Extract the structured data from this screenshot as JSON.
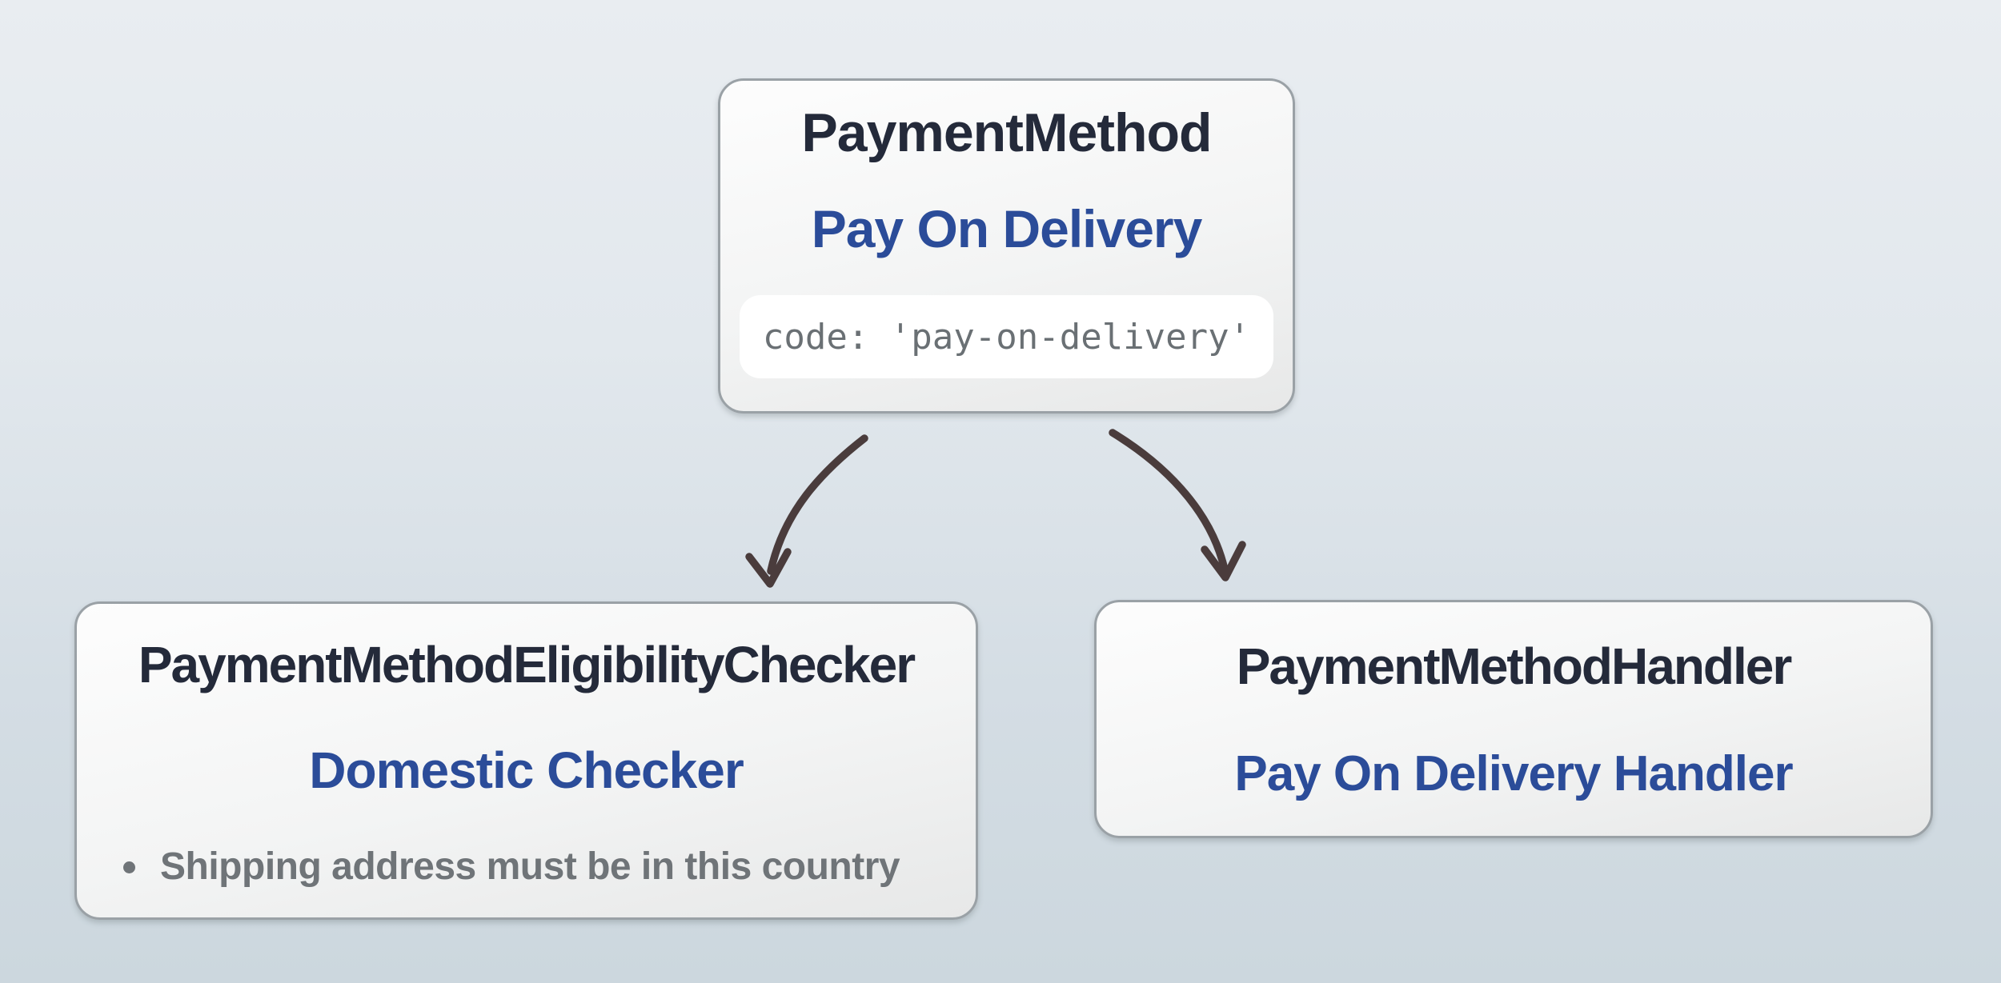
{
  "nodes": {
    "payment_method": {
      "class_name": "PaymentMethod",
      "instance_name": "Pay On Delivery",
      "code": "code: 'pay-on-delivery'"
    },
    "eligibility_checker": {
      "class_name": "PaymentMethodEligibilityChecker",
      "instance_name": "Domestic Checker",
      "rules": [
        "Shipping address must be in this country"
      ]
    },
    "handler": {
      "class_name": "PaymentMethodHandler",
      "instance_name": "Pay On Delivery Handler"
    }
  },
  "edges": [
    {
      "from": "payment_method",
      "to": "eligibility_checker"
    },
    {
      "from": "payment_method",
      "to": "handler"
    }
  ],
  "colors": {
    "class_name_text": "#242a3a",
    "instance_name_text": "#2b4c99",
    "rule_text": "#6f7478",
    "code_text": "#6a7074",
    "code_pill_background": "#ffffff",
    "node_border": "#9aa1a6",
    "arrow": "#4a3c3c",
    "background_top": "#e9edf1",
    "background_bottom": "#ccd7de"
  }
}
